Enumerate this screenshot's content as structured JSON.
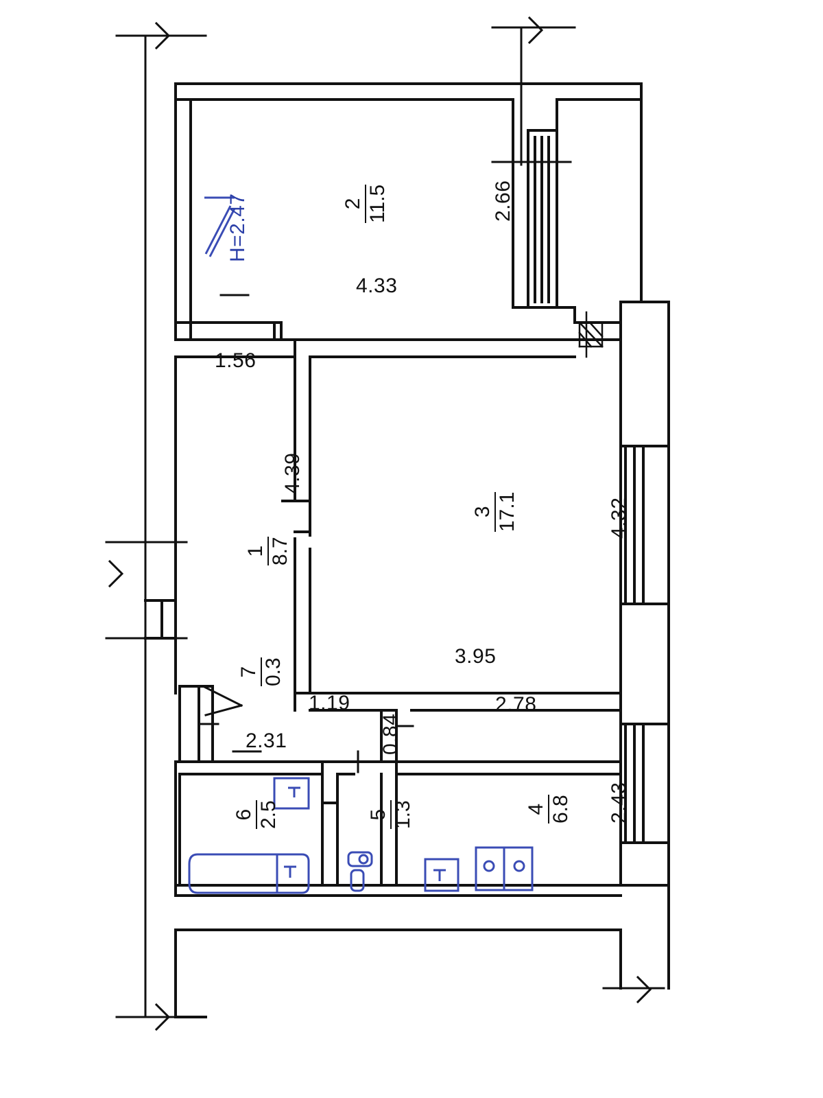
{
  "document": {
    "type": "floor-plan",
    "title": "Apartment floor plan",
    "height_note": "H=2.47",
    "height_note_color": "#2b3fa8"
  },
  "rooms": [
    {
      "id": "room-1",
      "number": "1",
      "area": "8.7",
      "orientation": "vertical"
    },
    {
      "id": "room-2",
      "number": "2",
      "area": "11.5",
      "orientation": "vertical"
    },
    {
      "id": "room-3",
      "number": "3",
      "area": "17.1",
      "orientation": "vertical"
    },
    {
      "id": "room-4",
      "number": "4",
      "area": "6.8",
      "orientation": "vertical"
    },
    {
      "id": "room-5",
      "number": "5",
      "area": "1.3",
      "orientation": "vertical"
    },
    {
      "id": "room-6",
      "number": "6",
      "area": "2.5",
      "orientation": "vertical"
    },
    {
      "id": "room-7",
      "number": "7",
      "area": "0.3",
      "orientation": "vertical"
    }
  ],
  "dimensions": {
    "d_2_66": "2.66",
    "d_4_33": "4.33",
    "d_1_56": "1.56",
    "d_4_39": "4.39",
    "d_4_32": "4.32",
    "d_3_95": "3.95",
    "d_1_19": "1.19",
    "d_0_84": "0.84",
    "d_2_78": "2.78",
    "d_2_43": "2.43",
    "d_2_31": "2.31"
  },
  "fixtures": [
    {
      "name": "bathtub",
      "room": "6"
    },
    {
      "name": "sink-bathroom",
      "room": "6"
    },
    {
      "name": "toilet",
      "room": "5"
    },
    {
      "name": "kitchen-sink",
      "room": "4"
    },
    {
      "name": "stove",
      "room": "4"
    }
  ],
  "colors": {
    "ink": "#111111",
    "blue_ink": "#2b3fa8",
    "paper": "#ffffff"
  }
}
